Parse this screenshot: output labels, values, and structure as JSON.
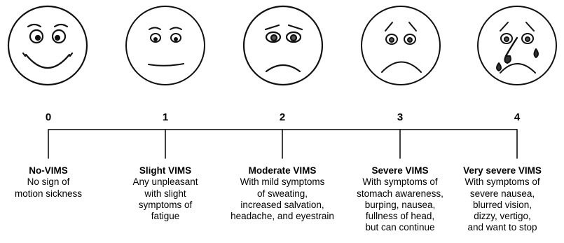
{
  "levels": [
    {
      "score": "0",
      "title": "No-VIMS",
      "lines": [
        "No sign of",
        "motion sickness"
      ]
    },
    {
      "score": "1",
      "title": "Slight VIMS",
      "lines": [
        "Any unpleasant",
        "with slight",
        "symptoms of",
        "fatigue"
      ]
    },
    {
      "score": "2",
      "title": "Moderate VIMS",
      "lines": [
        "With mild symptoms",
        "of sweating,",
        "increased salvation,",
        "headache, and eyestrain"
      ]
    },
    {
      "score": "3",
      "title": "Severe VIMS",
      "lines": [
        "With symptoms of",
        "stomach awareness,",
        "burping, nausea,",
        "fullness of head,",
        "but can continue"
      ]
    },
    {
      "score": "4",
      "title": "Very severe VIMS",
      "lines": [
        "With symptoms of",
        "severe nausea,",
        "blurred vision,",
        "dizzy, vertigo,",
        "and want to stop"
      ]
    }
  ],
  "faces": [
    "smiling-face",
    "neutral-face",
    "uneasy-face",
    "sad-face",
    "crying-face"
  ]
}
